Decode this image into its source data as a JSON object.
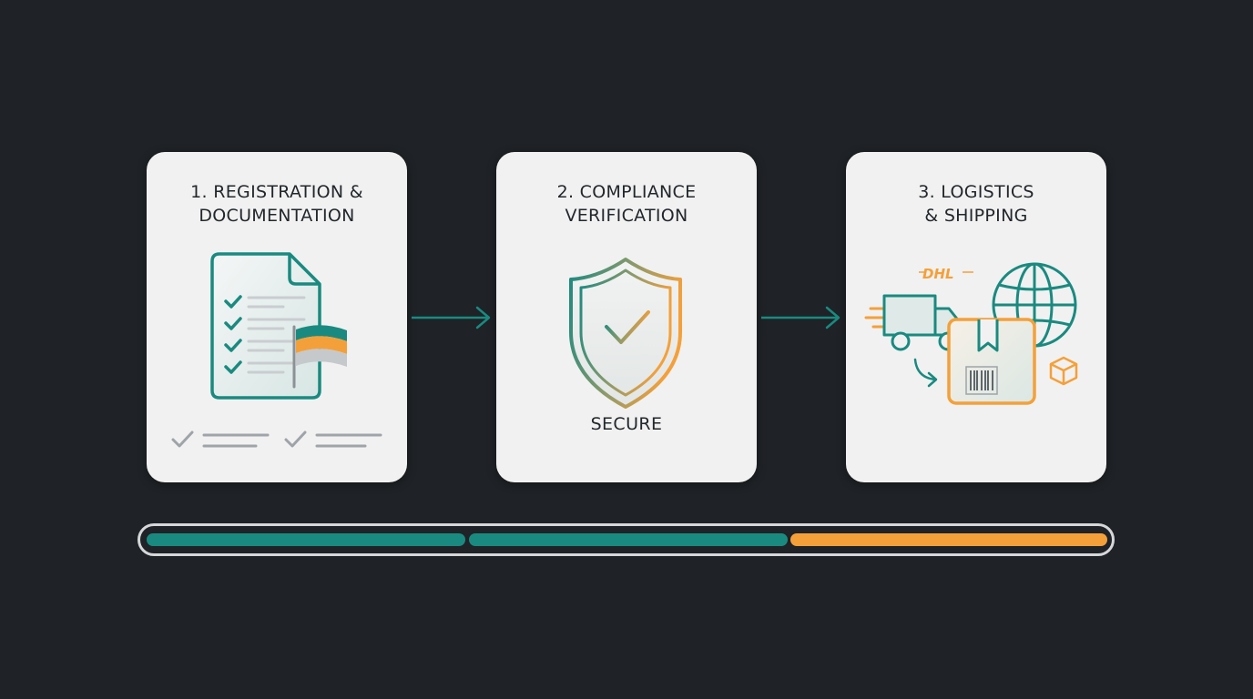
{
  "steps": [
    {
      "title_line1": "1. REGISTRATION &",
      "title_line2": "DOCUMENTATION",
      "icon": "checklist-document-with-flag"
    },
    {
      "title_line1": "2. COMPLIANCE",
      "title_line2": "VERIFICATION",
      "icon": "shield-check",
      "label": "SECURE"
    },
    {
      "title_line1": "3. LOGISTICS",
      "title_line2": "& SHIPPING",
      "icon": "delivery-truck-package-globe",
      "carrier_logo_text": "DHL"
    }
  ],
  "connectors": [
    "arrow-right-icon",
    "arrow-right-icon"
  ],
  "progress_bar": {
    "segments": [
      {
        "color": "#1a8a80"
      },
      {
        "color": "#1a8a80"
      },
      {
        "color": "#f4a03a"
      }
    ]
  },
  "colors": {
    "background": "#1f2226",
    "card": "#f1f1f1",
    "teal": "#1a8a80",
    "orange": "#f4a03a",
    "text": "#22272c"
  }
}
